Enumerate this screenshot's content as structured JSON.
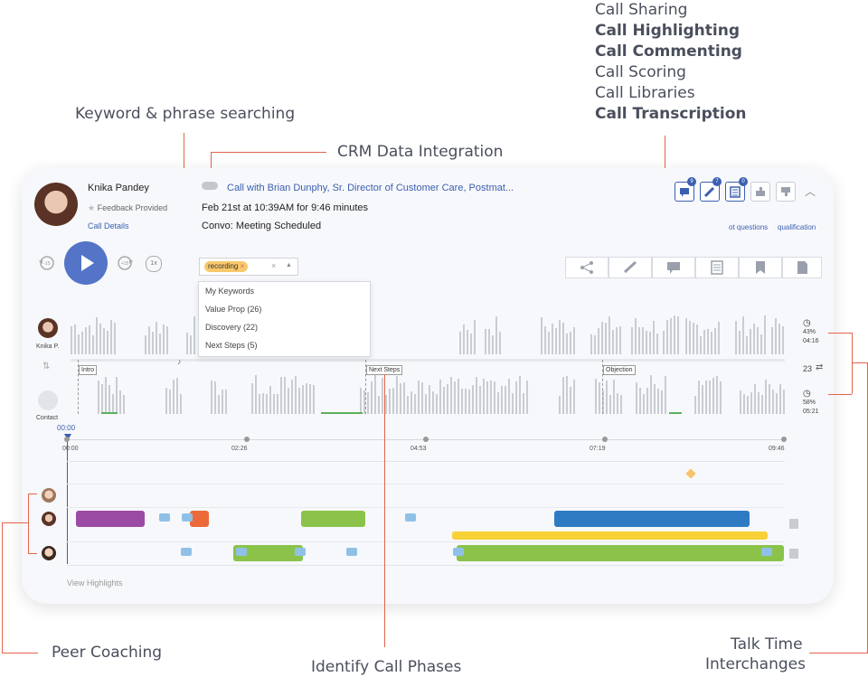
{
  "annotations": {
    "keyword_search": "Keyword & phrase searching",
    "crm": "CRM Data Integration",
    "features": [
      {
        "text": "Call Sharing",
        "bold": false
      },
      {
        "text": "Call Highlighting",
        "bold": true
      },
      {
        "text": "Call Commenting",
        "bold": true
      },
      {
        "text": "Call Scoring",
        "bold": false
      },
      {
        "text": "Call Libraries",
        "bold": false
      },
      {
        "text": "Call Transcription",
        "bold": true
      }
    ],
    "peer_coaching": "Peer Coaching",
    "call_phases": "Identify Call Phases",
    "talk_time": "Talk Time",
    "interchanges": "Interchanges"
  },
  "call": {
    "rep_name": "Knika Pandey",
    "feedback": "Feedback Provided",
    "call_details": "Call Details",
    "title": "Call with Brian Dunphy, Sr. Director of Customer Care, Postmat...",
    "datetime": "Feb 21st at 10:39AM for 9:46 minutes",
    "convo": "Convo: Meeting Scheduled",
    "badges": {
      "comments": "9",
      "notes": "7",
      "scorecards": "0"
    },
    "tags": [
      "ot questions",
      "qualification"
    ]
  },
  "player": {
    "back_label": "-15s",
    "fwd_label": "+15s",
    "speed": "1x"
  },
  "keyword_filter": {
    "chip": "recording",
    "clear": "×",
    "dropdown": [
      "My Keywords",
      "Value Prop (26)",
      "Discovery (22)",
      "Next Steps (5)"
    ]
  },
  "speakers": {
    "rep_label": "Knika P.",
    "contact_label": "Contact",
    "rep_pct": "43%",
    "rep_time": "04:16",
    "contact_pct": "58%",
    "contact_time": "05:21",
    "interchanges": "23"
  },
  "phases": [
    "Intro",
    "Next Steps",
    "Objection"
  ],
  "timeline": {
    "current": "00:00",
    "ticks": [
      "00:00",
      "02:26",
      "04:53",
      "07:19",
      "09:46"
    ]
  },
  "view_highlights": "View Highlights",
  "colors": {
    "accent": "#3b5fb0",
    "annotation_line": "#e2654a",
    "purple": "#9b4ba3",
    "orange": "#ec6a3a",
    "green": "#8bc34a",
    "blue": "#2e7bc4",
    "yellow": "#f7d136"
  }
}
